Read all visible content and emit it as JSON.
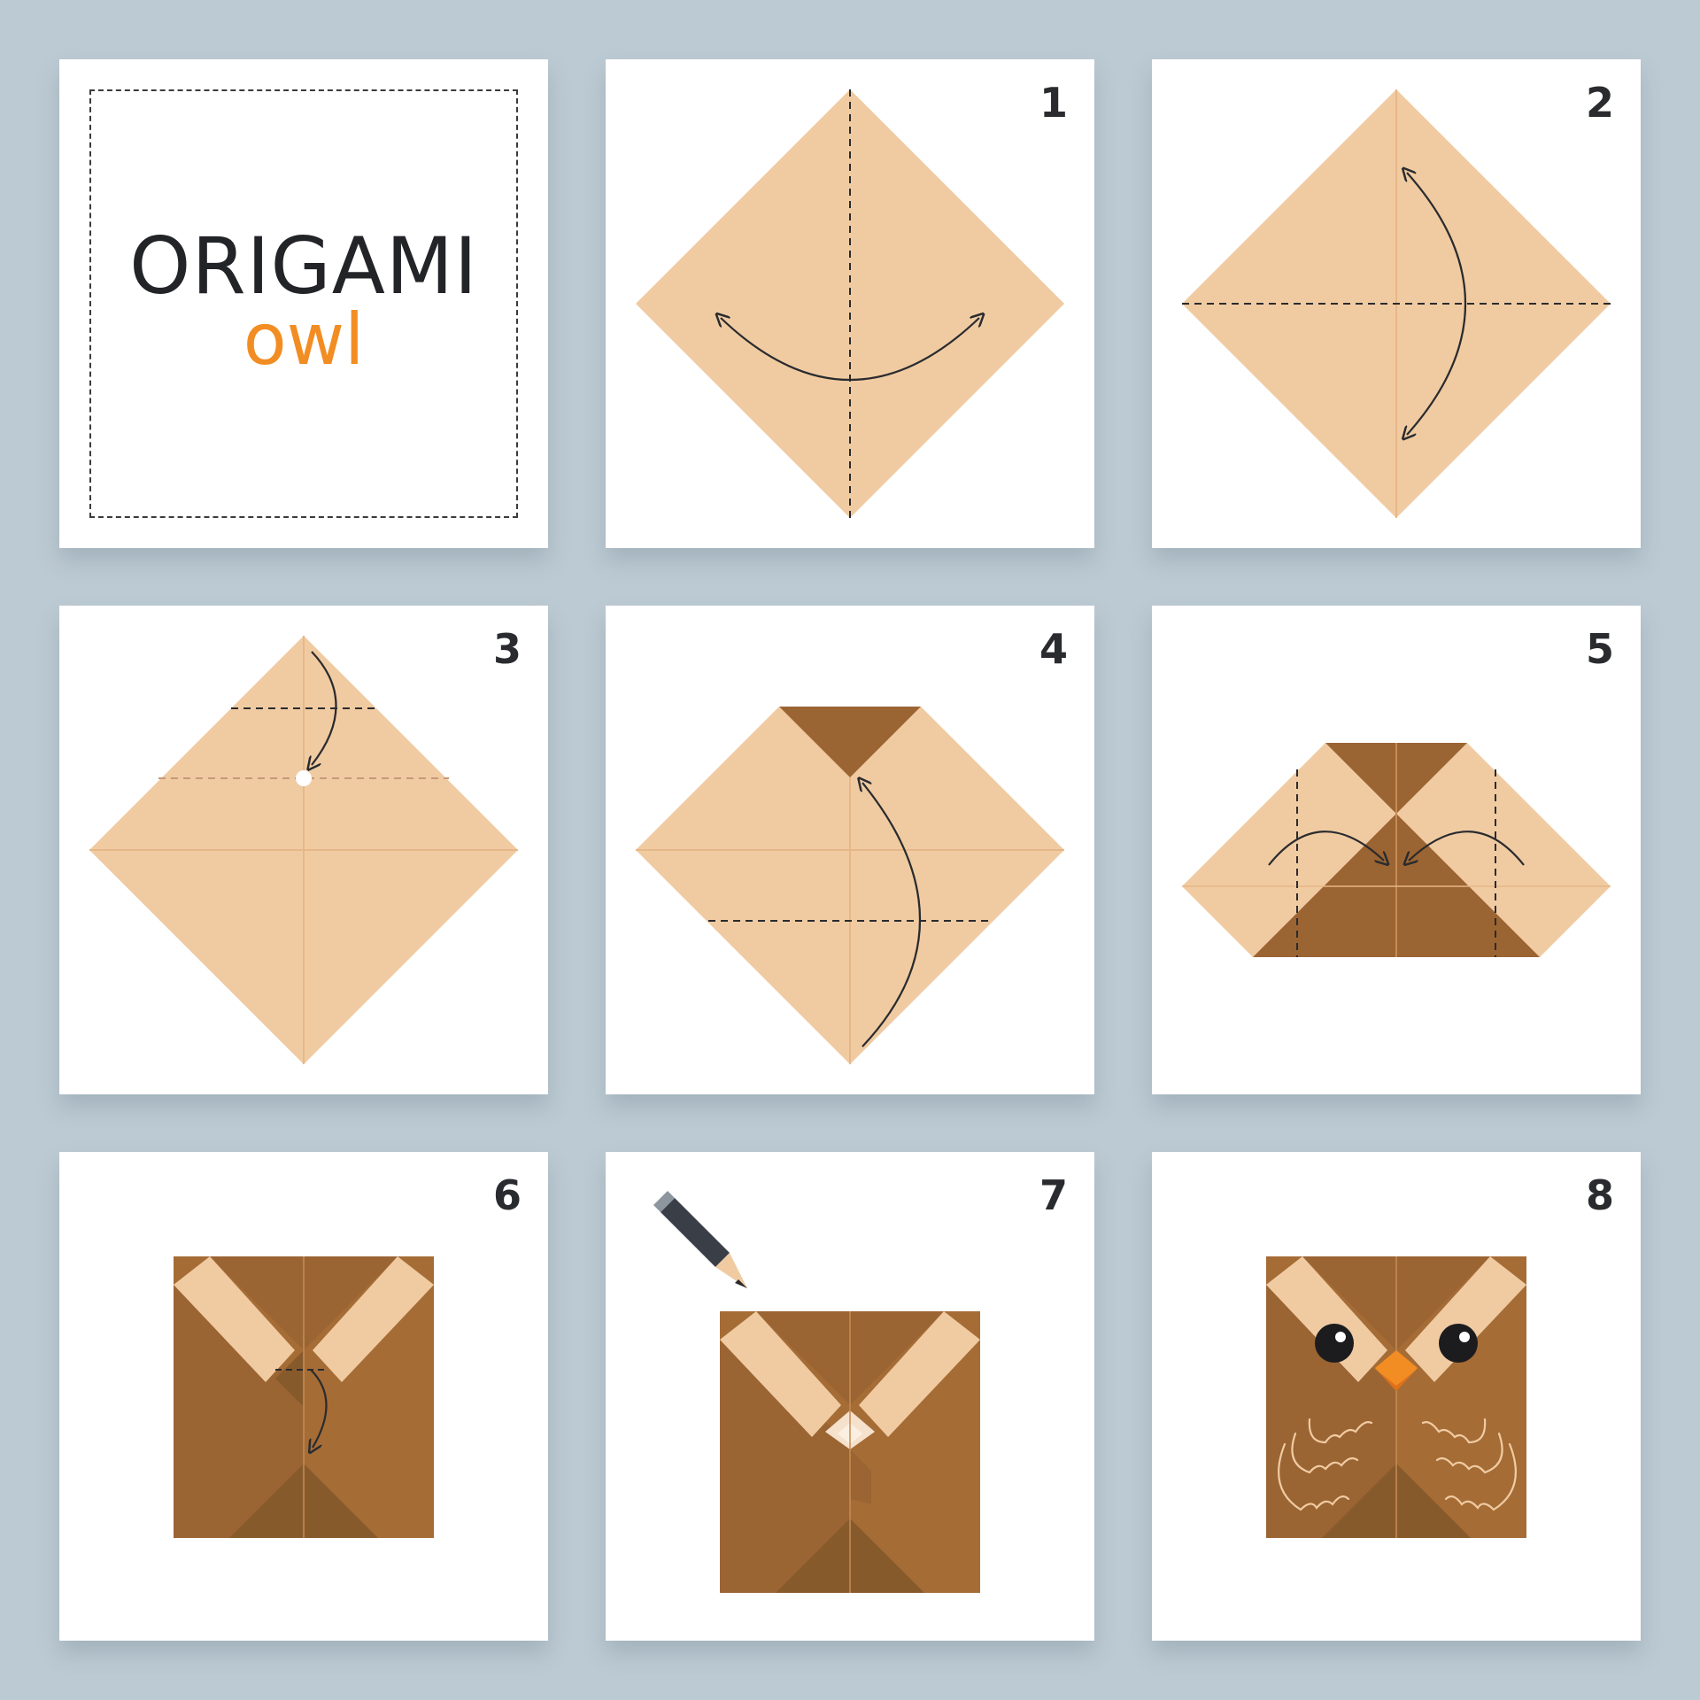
{
  "title": {
    "main": "ORIGAMI",
    "sub": "owl"
  },
  "steps": [
    {
      "number": "1"
    },
    {
      "number": "2"
    },
    {
      "number": "3"
    },
    {
      "number": "4"
    },
    {
      "number": "5"
    },
    {
      "number": "6"
    },
    {
      "number": "7"
    },
    {
      "number": "8"
    }
  ],
  "colors": {
    "background": "#bccad3",
    "card": "#ffffff",
    "paper_light": "#f0cba2",
    "paper_dark": "#9b6433",
    "paper_mid": "#a56c36",
    "paper_shadow": "#875a2c",
    "accent_orange": "#f28d23",
    "ink": "#2a2b2e"
  }
}
